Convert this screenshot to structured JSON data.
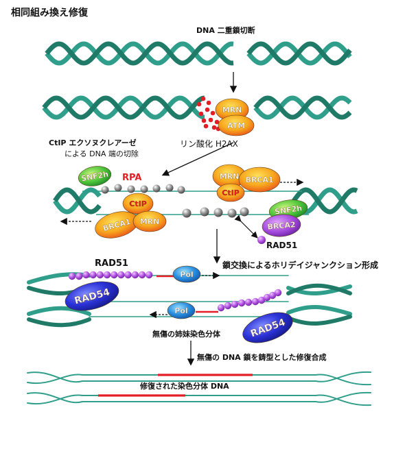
{
  "title": "相同組み換え修復",
  "labels": {
    "dsb": "DNA 二重鎖切断",
    "phospho": "リン酸化 H2AX",
    "ctip_line1": "CtIP エクソヌクレアーゼ",
    "ctip_line2": "による DNA 端の切除",
    "rpa": "RPA",
    "rad51_small": "RAD51",
    "rad51_top": "RAD51",
    "strand_exchange": "鎖交換によるホリデイジャンクション形成",
    "sister": "無傷の姉妹染色分体",
    "synthesis": "無傷の DNA 鎖を鋳型とした修復合成",
    "repaired": "修復された染色分体 DNA"
  },
  "proteins": {
    "mrn": "MRN",
    "atm": "ATM",
    "snf2h": "SNF2h",
    "brca1": "BRCA1",
    "ctip": "CtIP",
    "brca2": "BRCA2",
    "pol": "Pol",
    "rad54": "RAD54"
  },
  "colors": {
    "dna": "#2f9e8a",
    "dna_dark": "#1f7a68",
    "red": "#e31e24",
    "purple": "#b44fe0",
    "gray_bead": "#8a8a8a",
    "rad54": "#2b2fd6",
    "pol": "#1c86d8",
    "snf2h": "#3ec43a",
    "brca2": "#9a3fd6",
    "orange": "#f5a623"
  }
}
